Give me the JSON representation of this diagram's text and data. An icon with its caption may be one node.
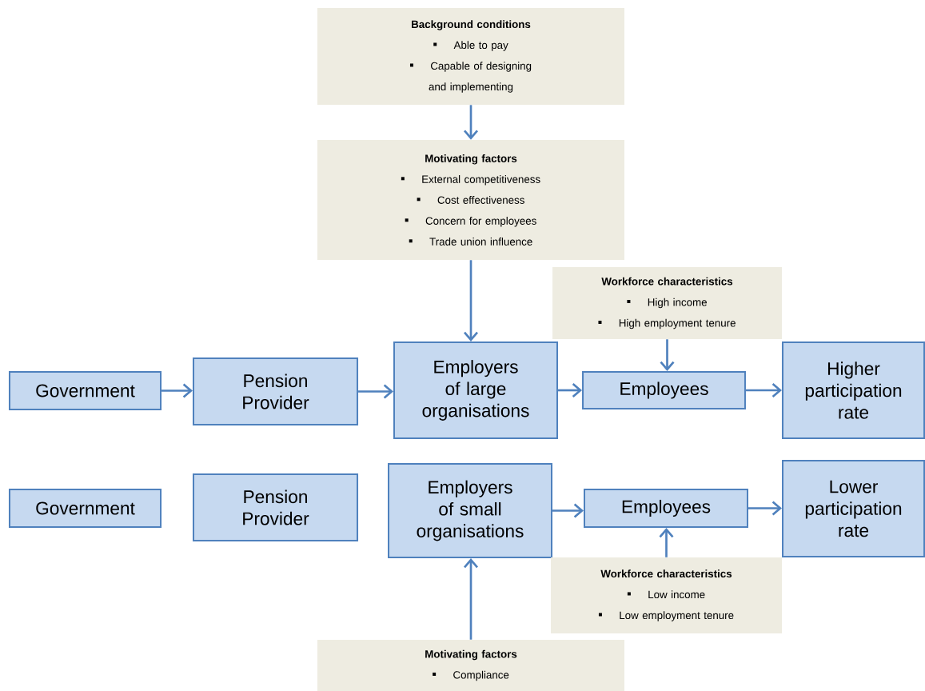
{
  "diagram": {
    "nodes": [
      {
        "text": [
          "Background conditions",
          "Able to pay",
          "Capable of designing and implementing"
        ]
      },
      {
        "text": [
          "Motivating factors",
          "External competitiveness",
          "Cost effectiveness",
          "Concern for employees",
          "Trade union influence"
        ]
      },
      {
        "text": [
          "Workforce characteristics",
          "High income",
          "High employment tenure"
        ]
      },
      {
        "text": [
          "Government"
        ]
      },
      {
        "text": [
          "Pension Provider"
        ]
      },
      {
        "text": [
          "Employers of large organisations"
        ]
      },
      {
        "text": [
          "Employees"
        ]
      },
      {
        "text": [
          "Higher participation rate"
        ]
      },
      {
        "text": [
          "Government"
        ]
      },
      {
        "text": [
          "Pension Provider"
        ]
      },
      {
        "text": [
          "Employers of small organisations"
        ]
      },
      {
        "text": [
          "Employees"
        ]
      },
      {
        "text": [
          "Lower participation rate"
        ]
      },
      {
        "text": [
          "Workforce characteristics",
          "Low income",
          "Low employment tenure"
        ]
      },
      {
        "text": [
          "Motivating factors",
          "Compliance"
        ]
      }
    ],
    "edges": [
      {
        "from": 0,
        "to": 1,
        "arrow": "to"
      },
      {
        "from": 1,
        "to": 5,
        "arrow": "to"
      },
      {
        "from": 3,
        "to": 4,
        "arrow": "to"
      },
      {
        "from": 4,
        "to": 5,
        "arrow": "to"
      },
      {
        "from": 5,
        "to": 6,
        "arrow": "to"
      },
      {
        "from": 2,
        "to": 6,
        "arrow": "to"
      },
      {
        "from": 6,
        "to": 7,
        "arrow": "to"
      },
      {
        "from": 10,
        "to": 11,
        "arrow": "to"
      },
      {
        "from": 13,
        "to": 11,
        "arrow": "to"
      },
      {
        "from": 11,
        "to": 12,
        "arrow": "to"
      },
      {
        "from": 14,
        "to": 10,
        "arrow": "to"
      }
    ]
  }
}
